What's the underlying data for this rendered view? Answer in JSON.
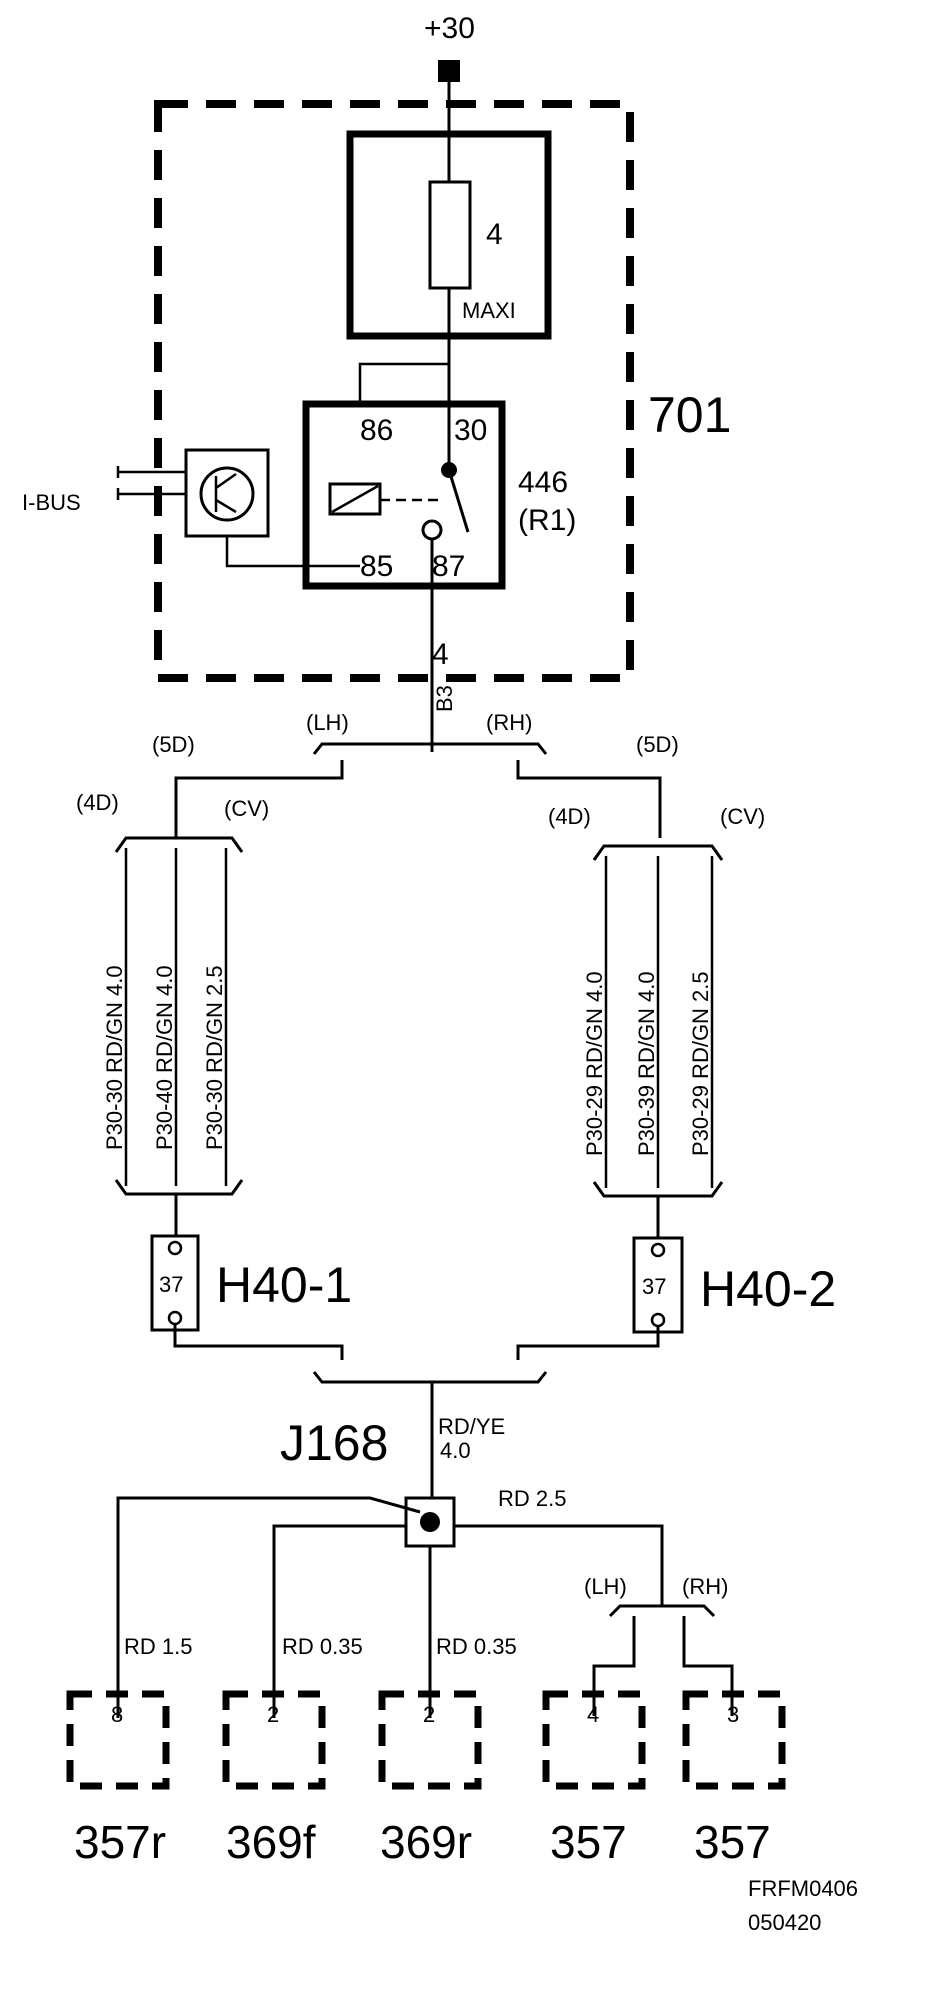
{
  "supply": {
    "label": "+30"
  },
  "module": {
    "label": "701"
  },
  "fuse": {
    "number": "4",
    "type": "MAXI"
  },
  "relay": {
    "label": "446",
    "sub_label": "(R1)",
    "pins": {
      "p86": "86",
      "p30": "30",
      "p85": "85",
      "p87": "87"
    }
  },
  "bus": {
    "label": "I-BUS"
  },
  "output_wire": {
    "number": "4",
    "code": "B3"
  },
  "branches": {
    "top_left": "(LH)",
    "top_right": "(RH)",
    "left_5d": "(5D)",
    "right_5d": "(5D)",
    "left_4d": "(4D)",
    "left_cv": "(CV)",
    "right_4d": "(4D)",
    "right_cv": "(CV)"
  },
  "harness_left": {
    "wires": [
      {
        "text": "P30-30  RD/GN 4.0"
      },
      {
        "text": "P30-40  RD/GN 4.0"
      },
      {
        "text": "P30-30  RD/GN 2.5"
      }
    ]
  },
  "harness_right": {
    "wires": [
      {
        "text": "P30-29  RD/GN 4.0"
      },
      {
        "text": "P30-39  RD/GN 4.0"
      },
      {
        "text": "P30-29  RD/GN 2.5"
      }
    ]
  },
  "connectors": {
    "h40_1": {
      "pin": "37",
      "label": "H40-1"
    },
    "h40_2": {
      "pin": "37",
      "label": "H40-2"
    }
  },
  "junction": {
    "label": "J168",
    "in_wire_line1": "RD/YE",
    "in_wire_line2": "4.0",
    "out_wire": "RD 2.5"
  },
  "bottom_branches": {
    "lh": "(LH)",
    "rh": "(RH)"
  },
  "bottom_wires": {
    "w1": "RD  1.5",
    "w2": "RD  0.35",
    "w3": "RD  0.35"
  },
  "components": [
    {
      "pin": "8",
      "label": "357r"
    },
    {
      "pin": "2",
      "label": "369f"
    },
    {
      "pin": "2",
      "label": "369r"
    },
    {
      "pin": "4",
      "label": "357"
    },
    {
      "pin": "3",
      "label": "357"
    }
  ],
  "footer": {
    "code": "FRFM0406",
    "date": "050420"
  }
}
